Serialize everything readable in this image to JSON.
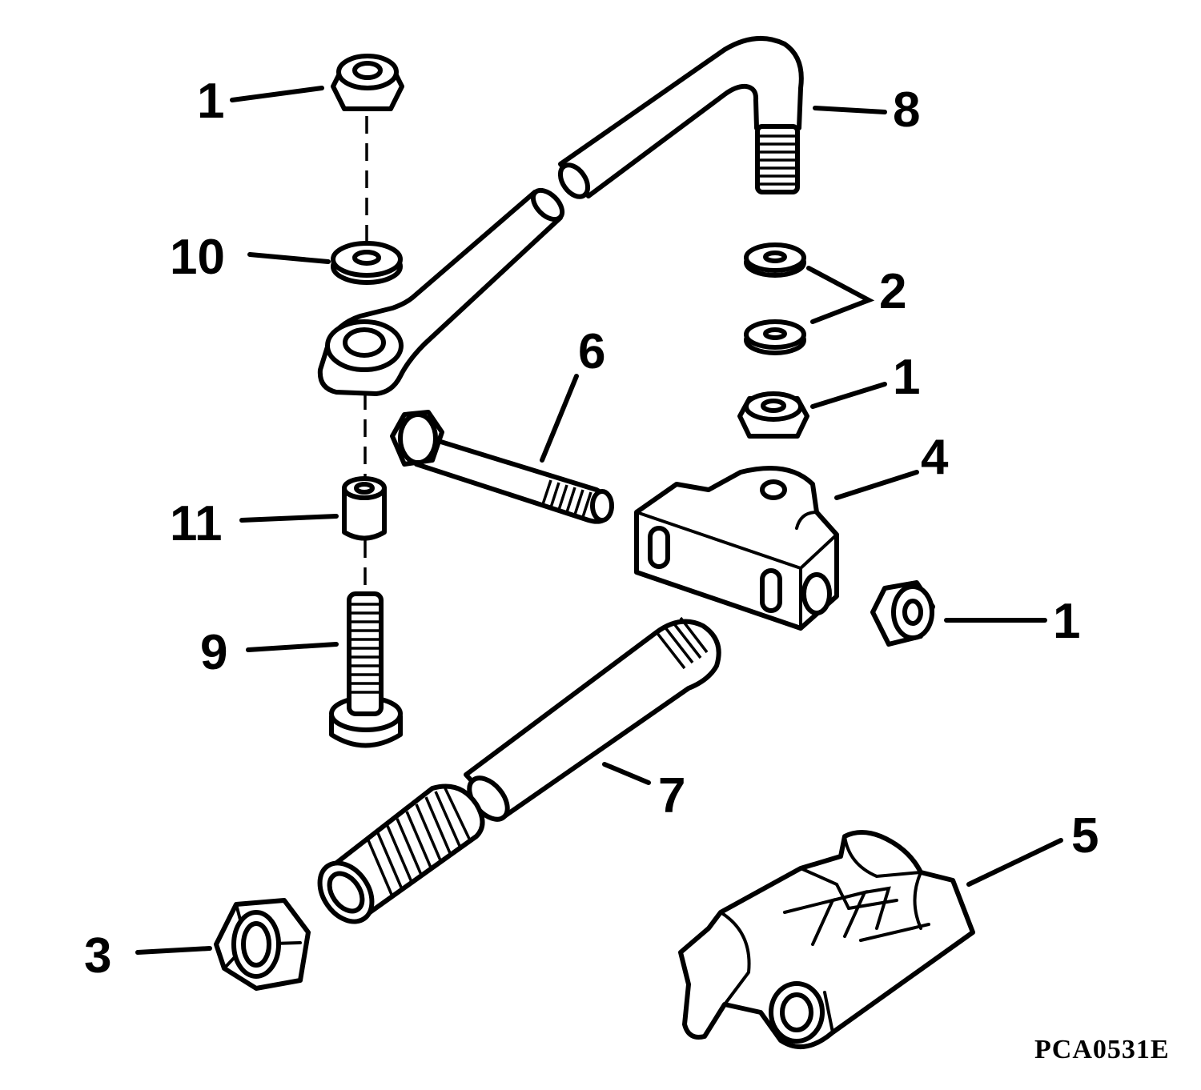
{
  "callouts": {
    "c1_top_nut": "1",
    "c10_washer": "10",
    "c11_spacer": "11",
    "c9_bolt": "9",
    "c8_link_rod": "8",
    "c2_washers": "2",
    "c1_right_nut": "1",
    "c6_bolt": "6",
    "c4_block": "4",
    "c1_block_nut": "1",
    "c7_tube": "7",
    "c3_nut": "3",
    "c5_bracket": "5"
  },
  "figure_code": "PCA0531E"
}
